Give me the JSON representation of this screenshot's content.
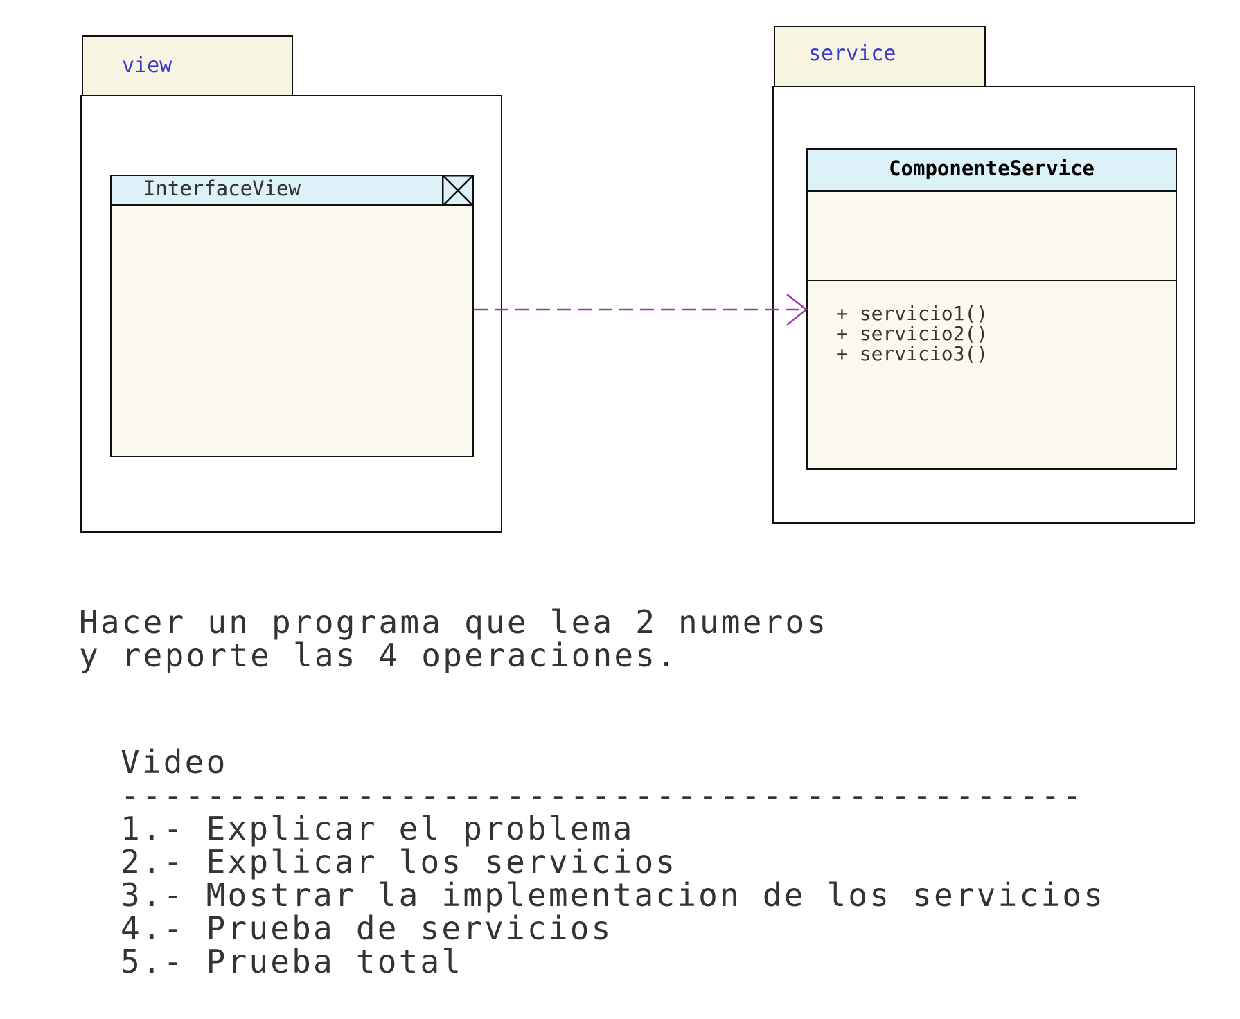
{
  "packages": {
    "view": {
      "label": "view"
    },
    "service": {
      "label": "service"
    }
  },
  "classes": {
    "interface_view": {
      "name": "InterfaceView"
    },
    "componente_service": {
      "name": "ComponenteService",
      "methods": [
        "+ servicio1()",
        "+ servicio2()",
        "+ servicio3()"
      ]
    }
  },
  "dependency": {
    "color": "#9b3fa6"
  },
  "description": {
    "lines": [
      "Hacer un programa que lea 2 numeros",
      "y reporte las 4 operaciones."
    ]
  },
  "video": {
    "title": "Video",
    "separator": "---------------------------------------------",
    "items": [
      "1.- Explicar el problema",
      "2.- Explicar los servicios",
      "3.- Mostrar la implementacion de los servicios",
      "4.- Prueba de servicios",
      "5.- Prueba total"
    ]
  }
}
